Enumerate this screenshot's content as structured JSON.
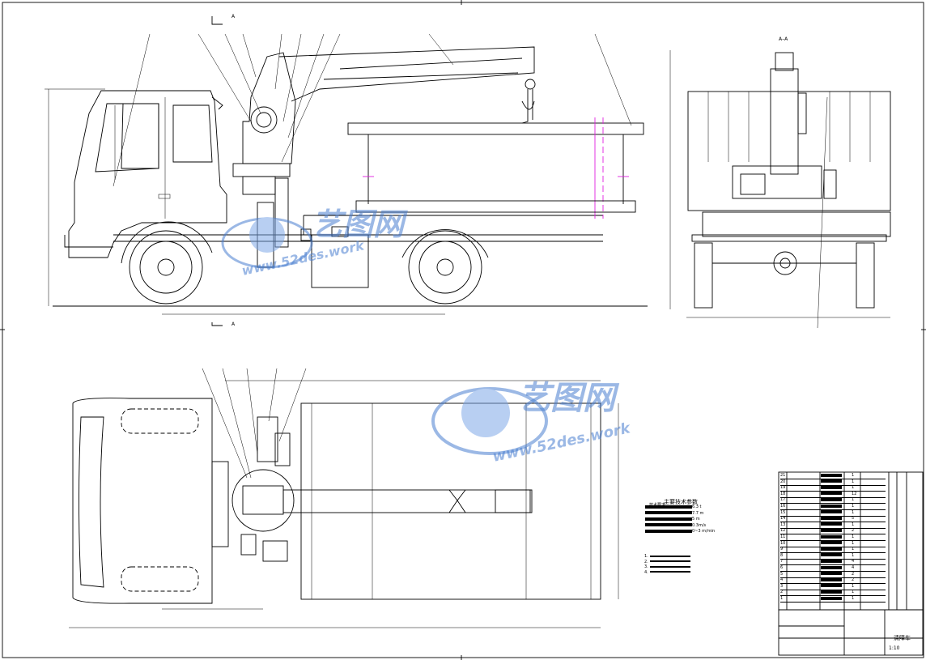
{
  "drawing": {
    "section_label": "A",
    "section_view_label": "A–A",
    "title_block_name": "清障车",
    "scale": "1:10",
    "spec_title": "主要技术参数",
    "notes_title": "技术要求",
    "spec_values": [
      "6.3 t",
      "7.7 m",
      "5 m",
      "0.3m/s",
      "0~3 m/min"
    ],
    "notes": [
      "1.",
      "2.",
      "3.",
      "4."
    ]
  },
  "watermark": {
    "brand": "艺图网",
    "url": "www.52des.work"
  },
  "bom_rows": [
    "21",
    "20",
    "19",
    "18",
    "17",
    "16",
    "15",
    "14",
    "13",
    "12",
    "11",
    "10",
    "9",
    "8",
    "7",
    "6",
    "5",
    "4",
    "3",
    "2",
    "1"
  ],
  "bom_qty": [
    "1",
    "1",
    "1",
    "12",
    "1",
    "1",
    "1",
    "5",
    "1",
    "2",
    "1",
    "1",
    "1",
    "1",
    "4",
    "4",
    "2",
    "2",
    "1",
    "1",
    "1"
  ],
  "colors": {
    "line": "#000000",
    "section_line": "#e020e0",
    "watermark": "#4a7fd0"
  }
}
